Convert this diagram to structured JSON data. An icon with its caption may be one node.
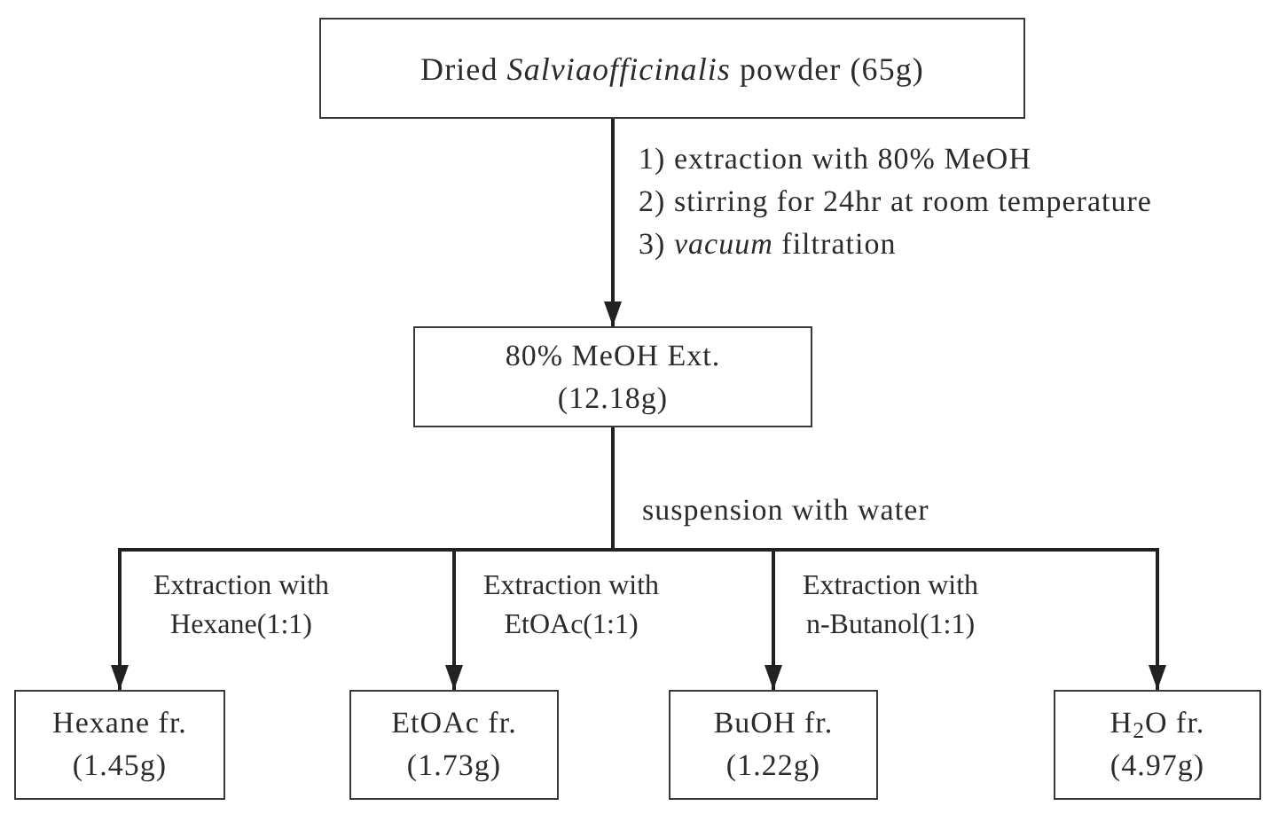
{
  "diagram": {
    "nodes": [
      {
        "text": [
          "Dried *Salviaofficinalis* powder (65g)"
        ]
      },
      {
        "text": [
          "80% MeOH Ext.",
          "(12.18g)"
        ]
      },
      {
        "text": [
          "Hexane fr.",
          "(1.45g)"
        ]
      },
      {
        "text": [
          "EtOAc fr.",
          "(1.73g)"
        ]
      },
      {
        "text": [
          "BuOH fr.",
          "(1.22g)"
        ]
      },
      {
        "text": [
          "H$_{2}$O fr.",
          "(4.97g)"
        ]
      }
    ],
    "edges": [
      {
        "from": 0,
        "to": 1,
        "arrow": "to"
      },
      {
        "from": 1,
        "to": 2,
        "arrow": "to",
        "label": "Extraction with Hexane(1:1)"
      },
      {
        "from": 1,
        "to": 3,
        "arrow": "to",
        "label": "Extraction with EtOAc(1:1)"
      },
      {
        "from": 1,
        "to": 4,
        "arrow": "to",
        "label": "Extraction with n-Butanol(1:1)"
      },
      {
        "from": 1,
        "to": 5,
        "arrow": "to"
      }
    ],
    "labels": [
      "1) extraction with 80% MeOH",
      "2) stirring for 24hr at room temperature",
      "3) *vacuum* filtration",
      "suspension with water"
    ]
  }
}
